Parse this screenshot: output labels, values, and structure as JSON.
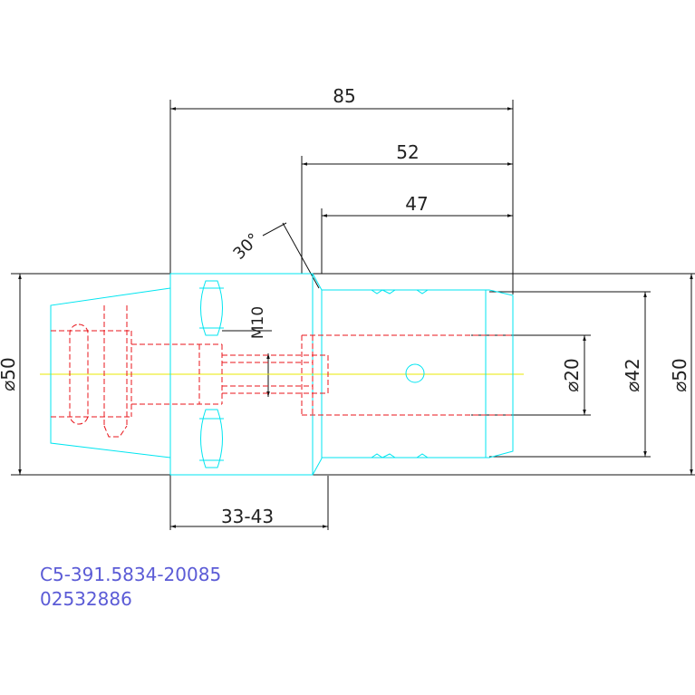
{
  "colors": {
    "outline": "#00e5f0",
    "hidden": "#e8151b",
    "centerline": "#e8e800",
    "dimension": "#111111",
    "text": "#222222",
    "part_number": "#5b5bd6"
  },
  "dimensions": {
    "overall_length": "85",
    "length_52": "52",
    "length_47": "47",
    "chamfer_angle": "30°",
    "dia_left": "⌀50",
    "thread": "M10",
    "dia_20": "⌀20",
    "dia_42": "⌀42",
    "dia_right": "⌀50",
    "clamping_length": "33-43"
  },
  "part_numbers": {
    "line1": "C5-391.5834-20085",
    "line2": "02532886"
  }
}
